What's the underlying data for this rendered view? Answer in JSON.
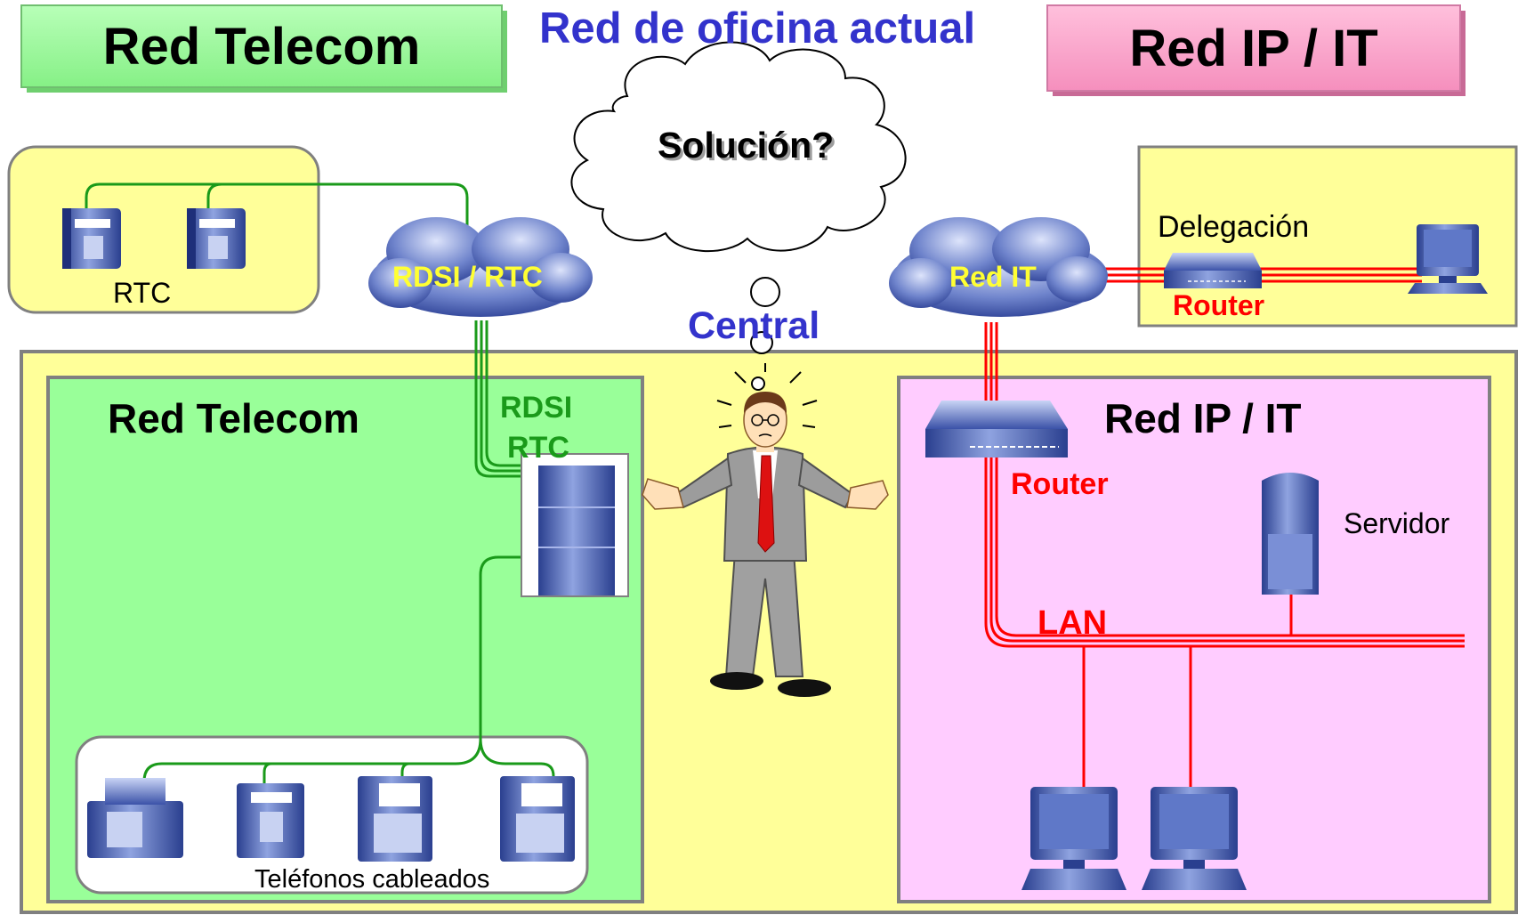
{
  "header": {
    "left_title": "Red Telecom",
    "center_title": "Red de oficina actual",
    "right_title": "Red IP / IT"
  },
  "thought": {
    "question": "Solución?",
    "person_label": "Central"
  },
  "clouds": {
    "left": "RDSI / RTC",
    "right": "Red IT"
  },
  "rtc_box": {
    "label": "RTC"
  },
  "branch": {
    "title": "Delegación",
    "router_label": "Router"
  },
  "telecom": {
    "title": "Red Telecom",
    "pbx_label_1": "RDSI",
    "pbx_label_2": "RTC",
    "phones_label": "Teléfonos cableados"
  },
  "ip": {
    "title": "Red IP / IT",
    "router_label": "Router",
    "server_label": "Servidor",
    "lan_label": "LAN"
  },
  "colors": {
    "green_line": "#1a9a1a",
    "red_line": "#ff0000",
    "blue_text": "#3333cc",
    "yellow_bg": "#ffff99",
    "green_bg": "#99ff99",
    "pink_bg": "#ffccff"
  }
}
